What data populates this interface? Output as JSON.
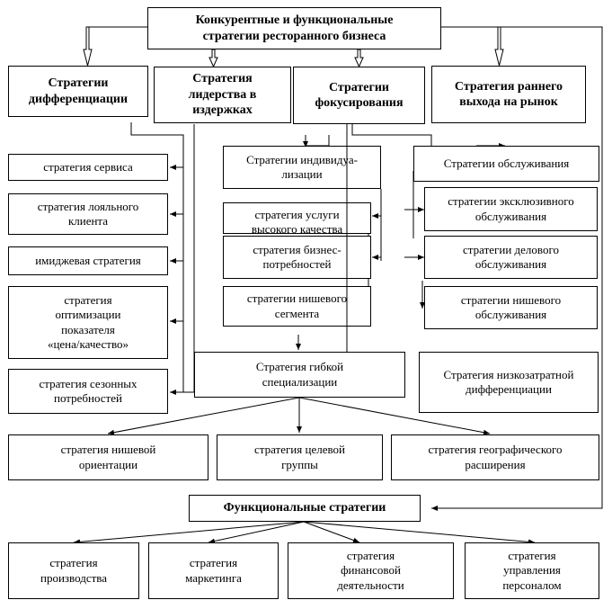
{
  "diagram": {
    "title": "Конкурентные и функциональные\nстратегии ресторанного бизнеса",
    "top_level": {
      "differentiation": "Стратегии\nдифференциации",
      "cost_leadership": "Стратегия\nлидерства в\nиздержках",
      "focusing": "Стратегии\nфокусирования",
      "early_exit": "Стратегия  раннего\nвыхода на рынок"
    },
    "differentiation_items": {
      "service": "стратегия сервиса",
      "loyal_client": "стратегия лояльного\nклиента",
      "image": "имиджевая стратегия",
      "price_quality": "стратегия\nоптимизации\nпоказателя\n«цена/качество»",
      "seasonal": "стратегия сезонных\nпотребностей"
    },
    "individualization": {
      "title": "Стратегии индивидуа-\nлизации",
      "high_quality": "стратегия услуги\nвысокого качества",
      "business_needs": "стратегия бизнес-\nпотребностей",
      "niche_segment": "стратегии нишевого\nсегмента"
    },
    "service_group": {
      "title": "Стратегии обслуживания",
      "exclusive": "стратегии эксклюзивного\nобслуживания",
      "business": "стратегии делового\nобслуживания",
      "niche": "стратегии нишевого\nобслуживания"
    },
    "flexible_specialization": "Стратегия гибкой\nспециализации",
    "low_cost_differentiation": "Стратегия низкозатратной\nдифференциации",
    "flexible_items": {
      "niche_orientation": "стратегия нишевой\nориентации",
      "target_group": "стратегия целевой\nгруппы",
      "geographic": "стратегия географического\nрасширения"
    },
    "functional": {
      "title": "Функциональные стратегии",
      "production": "стратегия\nпроизводства",
      "marketing": "стратегия\nмаркетинга",
      "finance": "стратегия\nфинансовой\nдеятельности",
      "personnel": "стратегия\nуправления\nперсоналом"
    }
  }
}
